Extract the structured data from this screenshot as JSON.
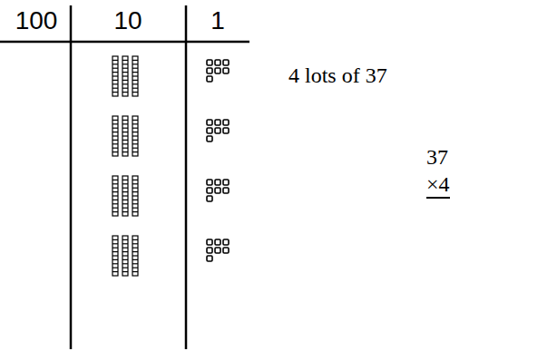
{
  "diagram": {
    "labels": [
      "100",
      "10",
      "1",
      "4 lots of 37",
      "37",
      "×4"
    ]
  }
}
